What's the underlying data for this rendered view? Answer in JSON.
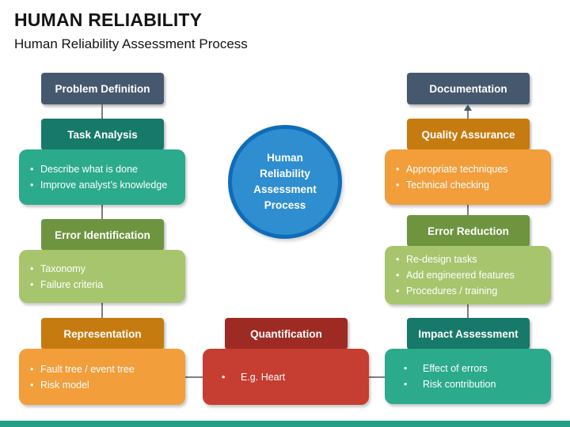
{
  "title": "HUMAN RELIABILITY",
  "subtitle": "Human Reliability Assessment Process",
  "hub": {
    "lines": [
      "Human",
      "Reliability",
      "Assessment",
      "Process"
    ]
  },
  "left": {
    "problem_definition": "Problem Definition",
    "task_analysis": "Task Analysis",
    "task_analysis_bullets": [
      "Describe what is done",
      "Improve analyst’s knowledge"
    ],
    "error_identification": "Error Identification",
    "error_identification_bullets": [
      "Taxonomy",
      "Failure criteria"
    ],
    "representation": "Representation",
    "representation_bullets": [
      "Fault tree / event tree",
      "Risk model"
    ]
  },
  "center": {
    "quantification": "Quantification",
    "quantification_bullets": [
      "E.g. Heart"
    ]
  },
  "right": {
    "documentation": "Documentation",
    "quality_assurance": "Quality Assurance",
    "quality_assurance_bullets": [
      "Appropriate techniques",
      "Technical checking"
    ],
    "error_reduction": "Error Reduction",
    "error_reduction_bullets": [
      "Re-design tasks",
      "Add engineered features",
      "Procedures / training"
    ],
    "impact_assessment": "Impact Assessment",
    "impact_assessment_bullets": [
      "Effect of errors",
      "Risk contribution"
    ]
  },
  "colors": {
    "header_slate": "#46586E",
    "header_teal_dark": "#17796A",
    "panel_teal": "#2BAA8C",
    "header_olive": "#6E9440",
    "panel_green_light": "#A6C56D",
    "header_orange_dark": "#C67B10",
    "panel_orange": "#F19E3B",
    "header_red_dark": "#9E2B23",
    "panel_red": "#C63D31",
    "hub_fill": "#2F8ECF",
    "hub_ring": "#0F6CB8",
    "footer_accent": "#21A186",
    "connector_gray": "#7D7D7D",
    "title_text": "#141414"
  }
}
